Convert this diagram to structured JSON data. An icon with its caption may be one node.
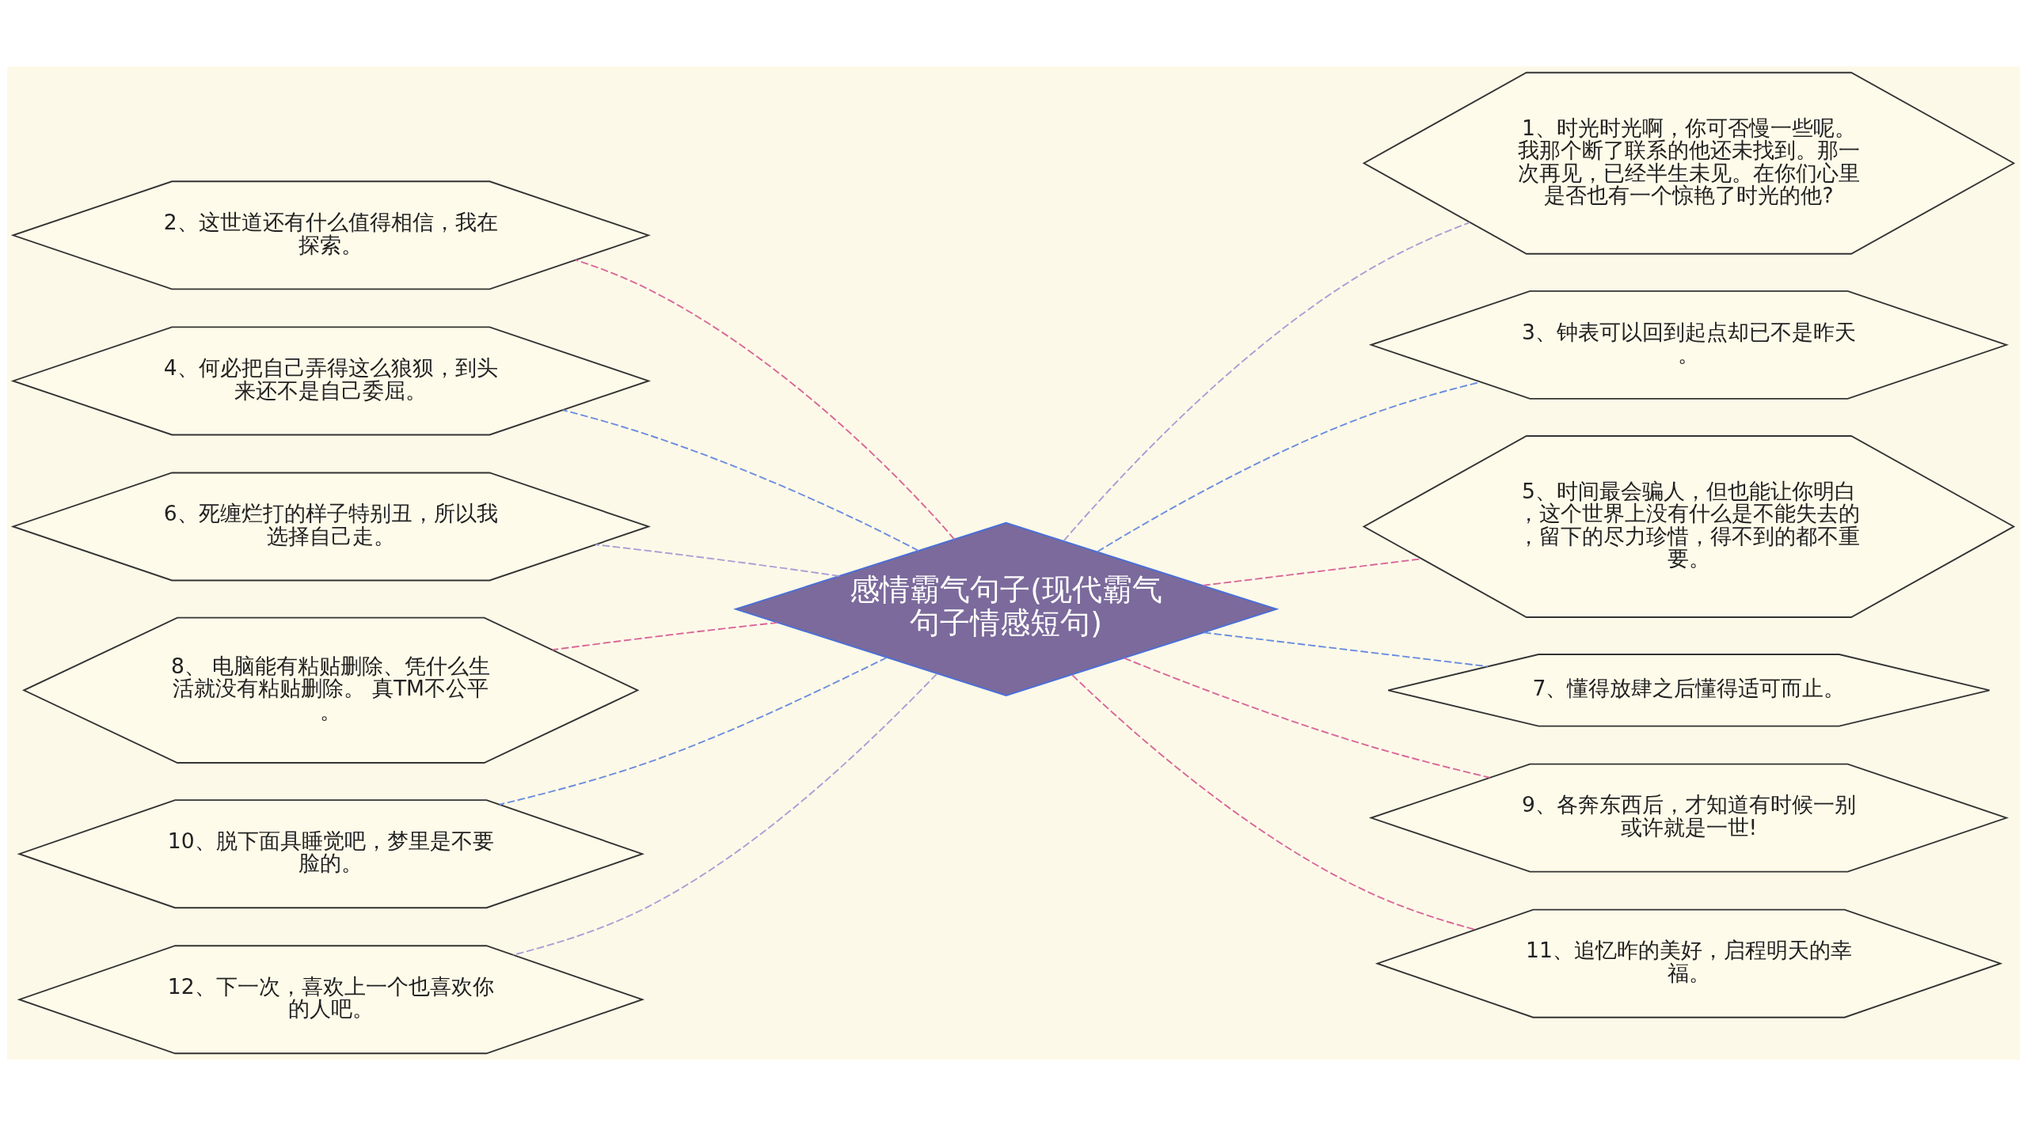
{
  "diagram": {
    "nodes": [
      {
        "text": [
          "感情霸气句子(现代霸气句子情感短句)"
        ]
      },
      {
        "text": [
          "1、时光时光啊，你可否慢一些呢。我那个断了联系的他还未找到。那一次再见，已经半生未见。在你们心里是否也有一个惊艳了时光的他?"
        ]
      },
      {
        "text": [
          "2、这世道还有什么值得相信，我在探索。"
        ]
      },
      {
        "text": [
          "3、钟表可以回到起点却已不是昨天。"
        ]
      },
      {
        "text": [
          "4、何必把自己弄得这么狼狈，到头来还不是自己委屈。"
        ]
      },
      {
        "text": [
          "5、时间最会骗人，但也能让你明白，这个世界上没有什么是不能失去的，留下的尽力珍惜，得不到的都不重要。"
        ]
      },
      {
        "text": [
          "6、死缠烂打的样子特别丑，所以我选择自己走。"
        ]
      },
      {
        "text": [
          "7、懂得放肆之后懂得适可而止。"
        ]
      },
      {
        "text": [
          "8、 电脑能有粘贴删除、凭什么生活就没有粘贴删除。 真TM不公平。"
        ]
      },
      {
        "text": [
          "9、各奔东西后，才知道有时候一别或许就是一世!"
        ]
      },
      {
        "text": [
          "10、脱下面具睡觉吧，梦里是不要脸的。"
        ]
      },
      {
        "text": [
          "11、追忆昨的美好，启程明天的幸福。"
        ]
      },
      {
        "text": [
          "12、下一次，喜欢上一个也喜欢你的人吧。"
        ]
      }
    ],
    "edges": [
      {
        "from": 0,
        "to": 1,
        "arrow": "none",
        "style": "dashed",
        "color": "#a99fd6"
      },
      {
        "from": 0,
        "to": 2,
        "arrow": "none",
        "style": "dashed",
        "color": "#d9679a"
      },
      {
        "from": 0,
        "to": 3,
        "arrow": "none",
        "style": "dashed",
        "color": "#6b8de0"
      },
      {
        "from": 0,
        "to": 4,
        "arrow": "none",
        "style": "dashed",
        "color": "#6b8de0"
      },
      {
        "from": 0,
        "to": 5,
        "arrow": "none",
        "style": "dashed",
        "color": "#d9679a"
      },
      {
        "from": 0,
        "to": 6,
        "arrow": "none",
        "style": "dashed",
        "color": "#a99fd6"
      },
      {
        "from": 0,
        "to": 7,
        "arrow": "none",
        "style": "dashed",
        "color": "#6b8de0"
      },
      {
        "from": 0,
        "to": 8,
        "arrow": "none",
        "style": "dashed",
        "color": "#d9679a"
      },
      {
        "from": 0,
        "to": 9,
        "arrow": "none",
        "style": "dashed",
        "color": "#d9679a"
      },
      {
        "from": 0,
        "to": 10,
        "arrow": "none",
        "style": "dashed",
        "color": "#6b8de0"
      },
      {
        "from": 0,
        "to": 11,
        "arrow": "none",
        "style": "dashed",
        "color": "#d9679a"
      },
      {
        "from": 0,
        "to": 12,
        "arrow": "none",
        "style": "dashed",
        "color": "#a99fd6"
      }
    ]
  }
}
